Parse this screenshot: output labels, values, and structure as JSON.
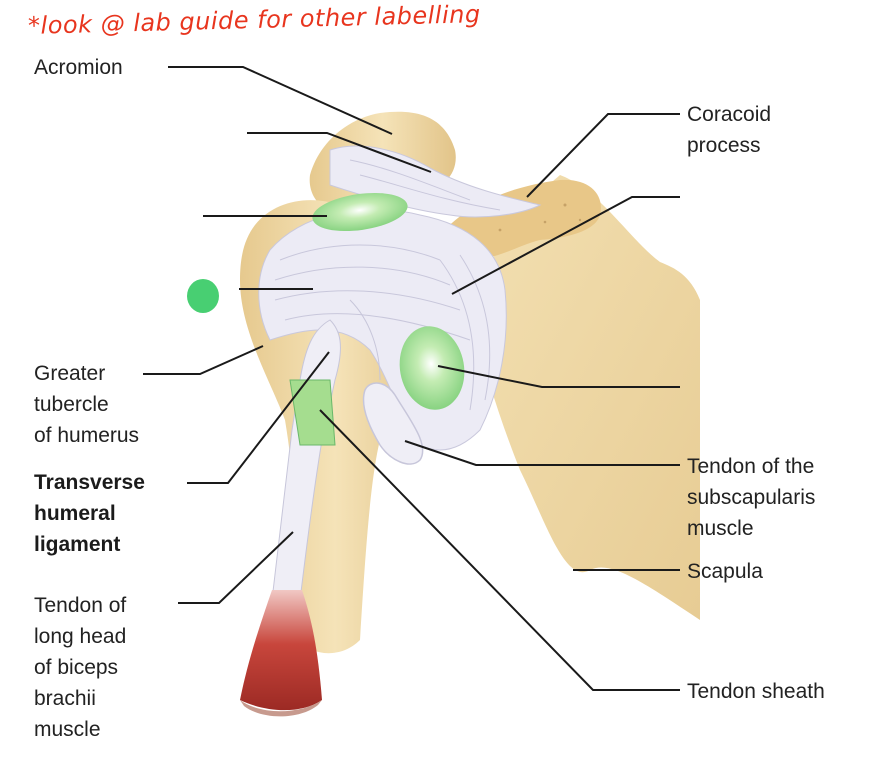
{
  "note": "*look @ lab guide for other labelling",
  "labels": {
    "acromion": "Acromion",
    "coracoid_process": "Coracoid\nprocess",
    "greater_tubercle": "Greater\ntubercle\nof humerus",
    "transverse_humeral_ligament": "Transverse\nhumeral\nligament",
    "tendon_long_head_biceps": "Tendon of\nlong head\nof biceps\nbrachii\nmuscle",
    "tendon_subscapularis": "Tendon of the\nsubscapularis\nmuscle",
    "scapula": "Scapula",
    "tendon_sheath": "Tendon sheath"
  },
  "colors": {
    "note": "#e8351e",
    "marker": "#48cf72",
    "bone": "#efd8a4",
    "ligament": "#ebeaf4",
    "bursa": "#9fdc8e",
    "muscle": "#b8332c"
  }
}
